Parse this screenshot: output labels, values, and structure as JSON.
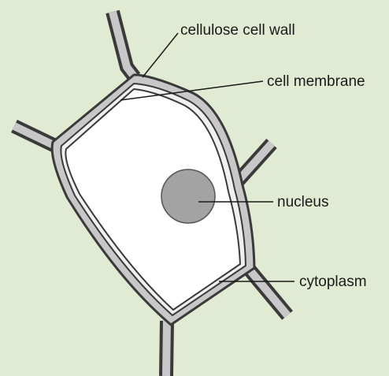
{
  "diagram": {
    "colors": {
      "background": "#e1ebd3",
      "wall_outline": "#3a3a3a",
      "wall_fill": "#c8c8c8",
      "wall_inner": "#f0f0f0",
      "cytoplasm": "#ffffff",
      "nucleus_fill": "#a3a3a3",
      "nucleus_outline": "#555555",
      "text": "#1a1a1a"
    },
    "labels": {
      "cell_wall": "cellulose cell wall",
      "cell_membrane": "cell membrane",
      "nucleus": "nucleus",
      "cytoplasm": "cytoplasm"
    }
  }
}
